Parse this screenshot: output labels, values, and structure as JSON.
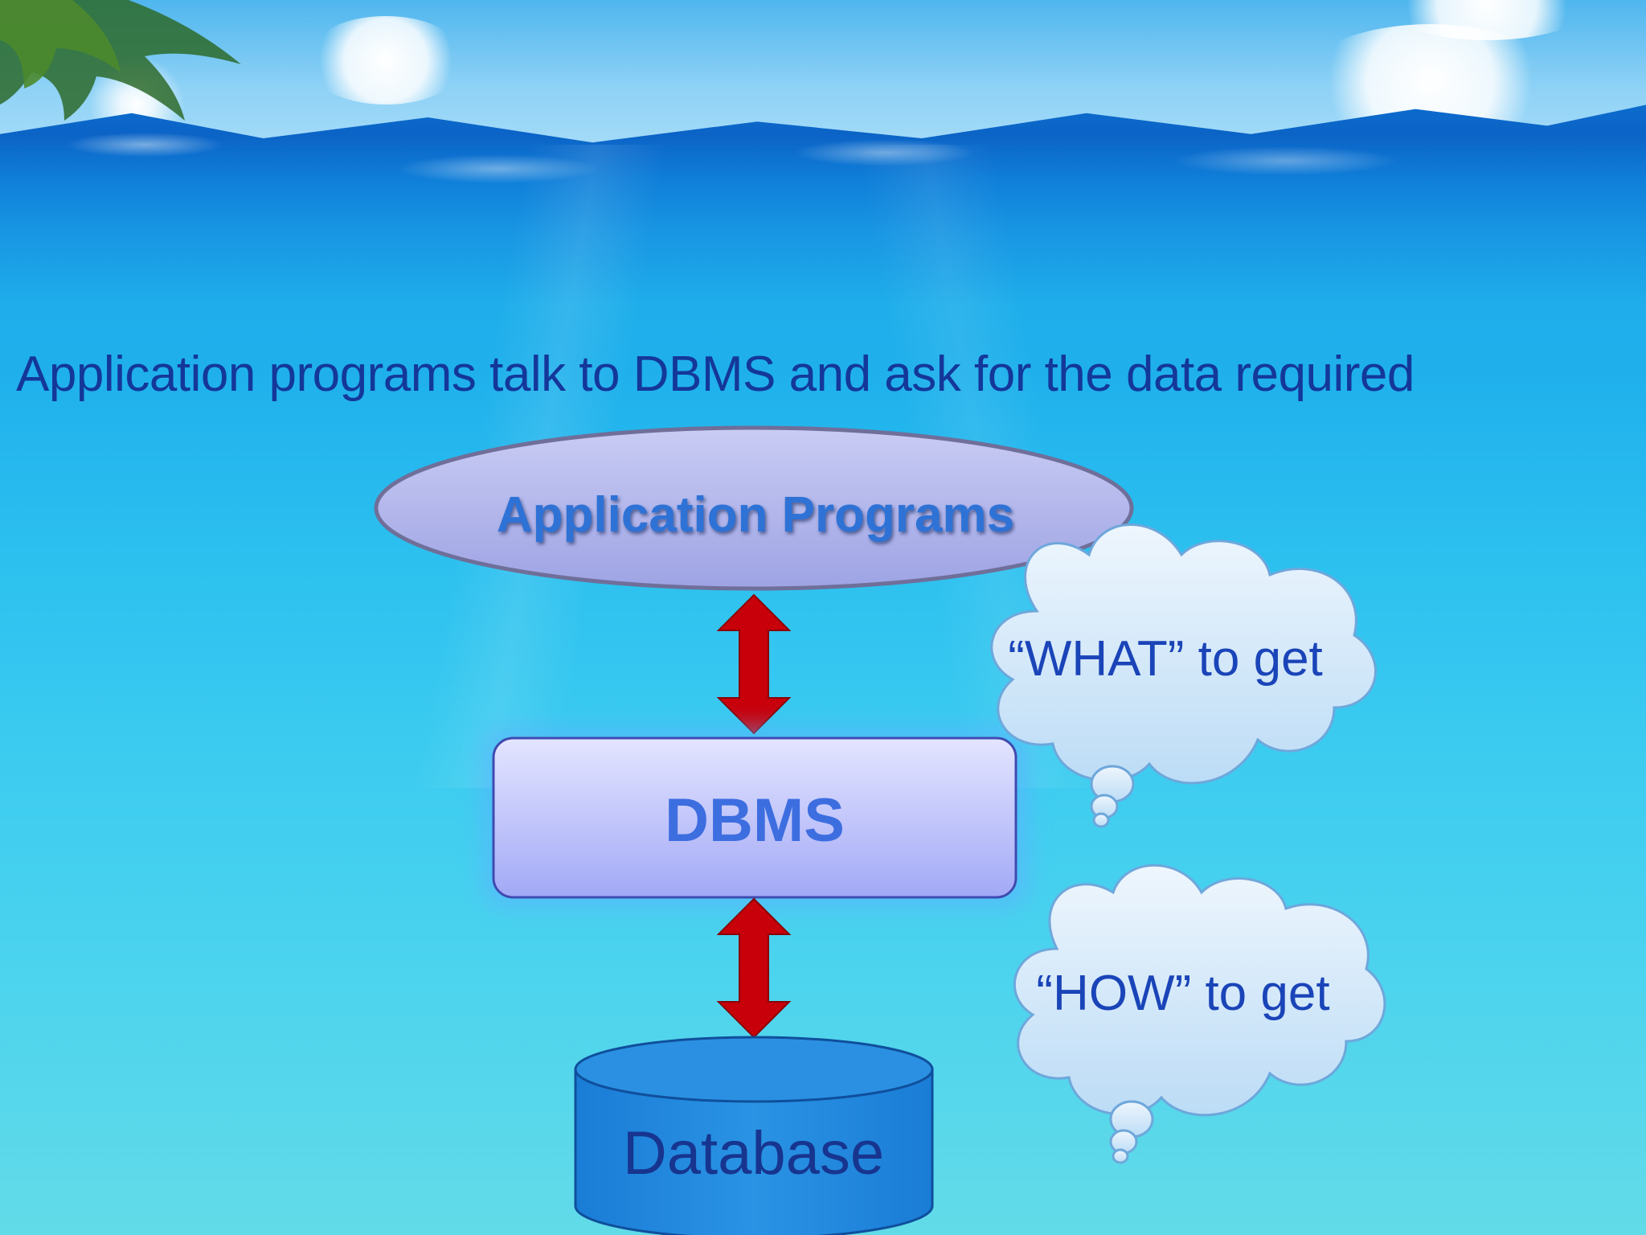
{
  "slide": {
    "heading": "Application programs talk to DBMS and ask for the data required"
  },
  "diagram": {
    "nodes": {
      "application_programs": "Application Programs",
      "dbms": "DBMS",
      "database": "Database"
    },
    "thought_bubbles": {
      "what": "“WHAT” to get",
      "how": "“HOW” to get"
    },
    "colors": {
      "arrow": "#c8000a",
      "ellipse_fill": "#b3b7ec",
      "dbms_fill": "#c7cbff",
      "database_fill": "#1e86de",
      "text_dark_blue": "#14379a"
    }
  }
}
